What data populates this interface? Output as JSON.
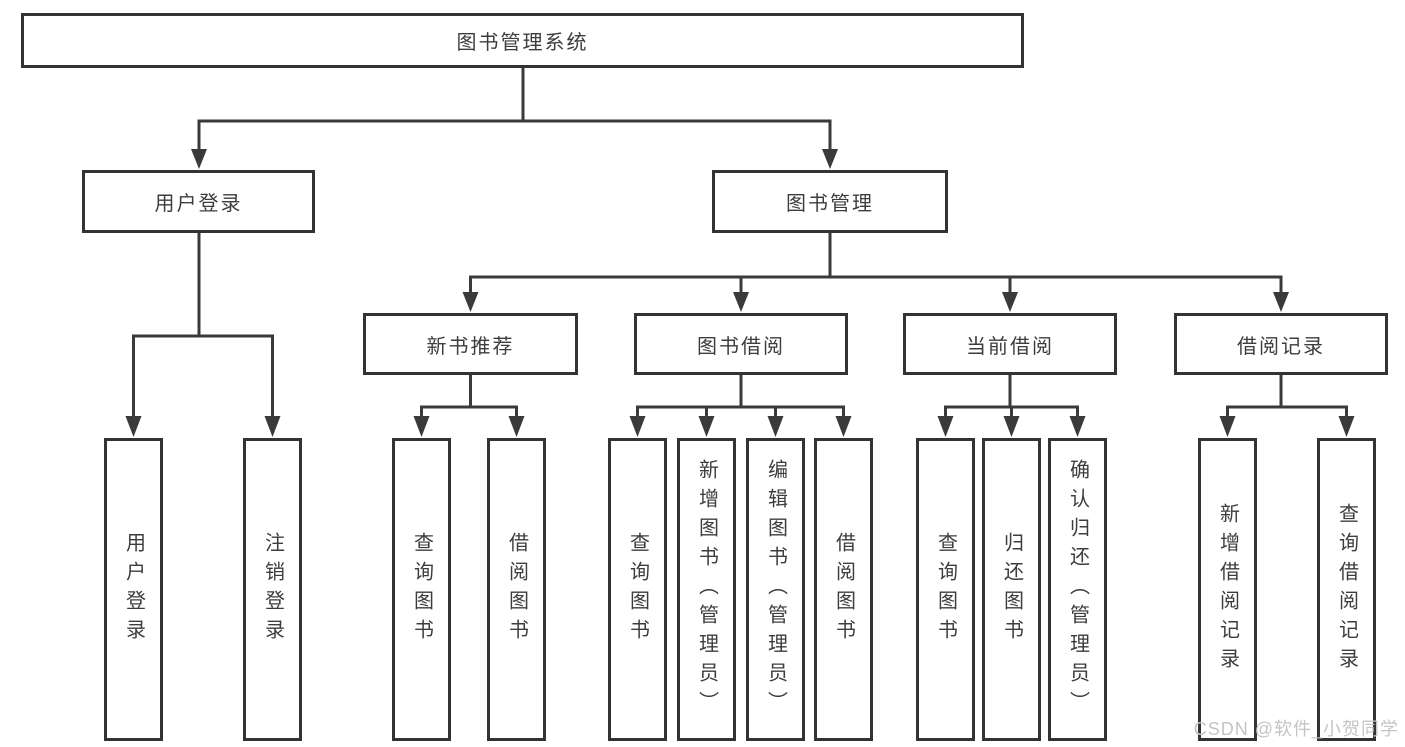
{
  "diagram": {
    "root": {
      "label": "图书管理系统"
    },
    "branches": [
      {
        "label": "用户登录",
        "children": [
          {
            "label": "用户登录"
          },
          {
            "label": "注销登录"
          }
        ]
      },
      {
        "label": "图书管理",
        "children": [
          {
            "label": "新书推荐",
            "children": [
              {
                "label": "查询图书"
              },
              {
                "label": "借阅图书"
              }
            ]
          },
          {
            "label": "图书借阅",
            "children": [
              {
                "label": "查询图书"
              },
              {
                "label": "新增图书（管理员）"
              },
              {
                "label": "编辑图书（管理员）"
              },
              {
                "label": "借阅图书"
              }
            ]
          },
          {
            "label": "当前借阅",
            "children": [
              {
                "label": "查询图书"
              },
              {
                "label": "归还图书"
              },
              {
                "label": "确认归还（管理员）"
              }
            ]
          },
          {
            "label": "借阅记录",
            "children": [
              {
                "label": "新增借阅记录"
              },
              {
                "label": "查询借阅记录"
              }
            ]
          }
        ]
      }
    ]
  },
  "watermark": {
    "text": "CSDN @软件_小贺同学"
  },
  "colors": {
    "line": "#3a3a3a",
    "box_border": "#333333",
    "text": "#3d3d3d",
    "watermark": "#c4c4c4",
    "background": "#ffffff"
  }
}
